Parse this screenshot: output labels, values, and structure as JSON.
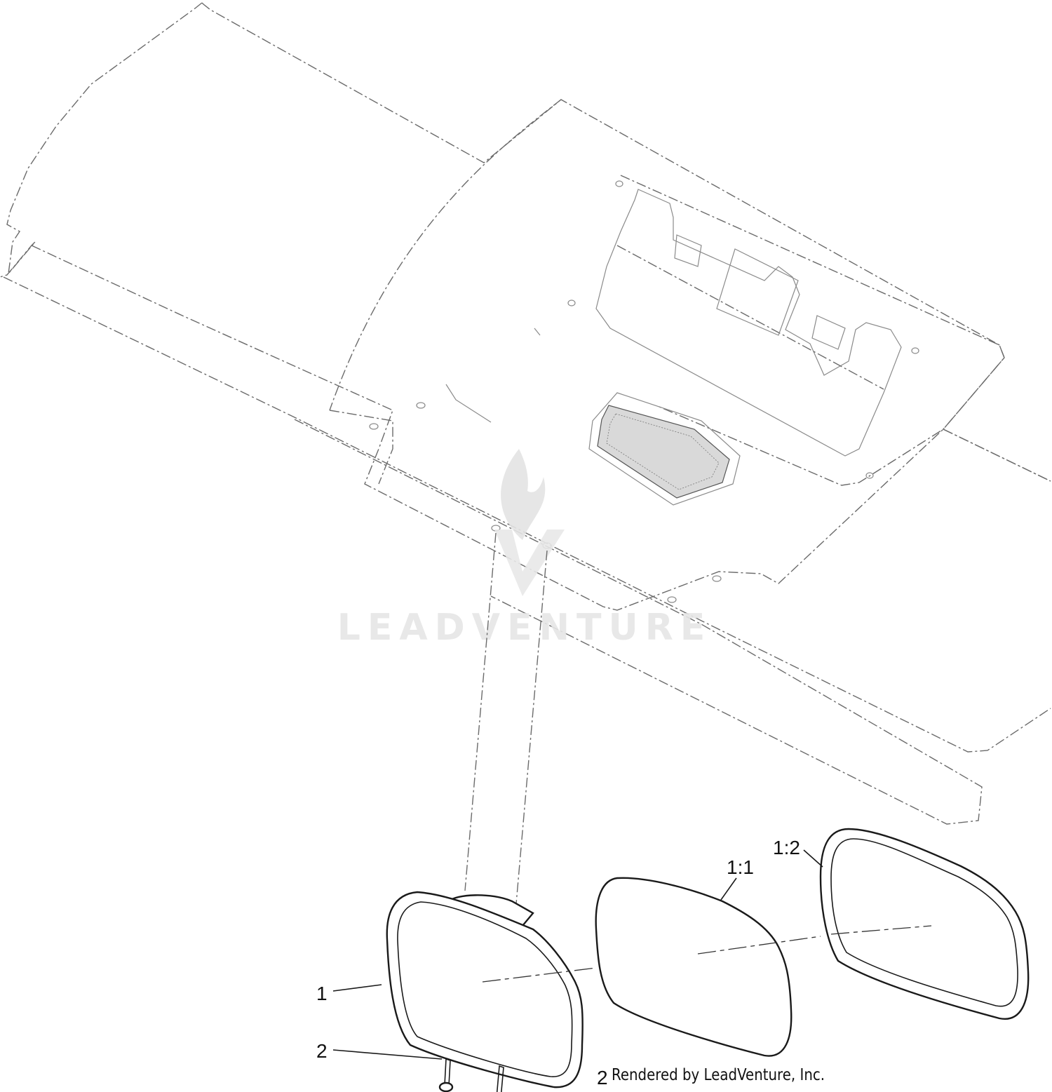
{
  "callouts": [
    {
      "id": "1",
      "text": "1"
    },
    {
      "id": "1-1",
      "text": "1:1"
    },
    {
      "id": "1-2",
      "text": "1:2"
    },
    {
      "id": "2a",
      "text": "2"
    },
    {
      "id": "2b",
      "text": "2"
    }
  ],
  "watermark": {
    "text": "LEADVENTURE"
  },
  "credit": {
    "text": "Rendered by LeadVenture, Inc."
  },
  "colors": {
    "line": "#1a1a1a",
    "ghost": "#6b6b6b",
    "watermark": "#e6e6e6"
  }
}
